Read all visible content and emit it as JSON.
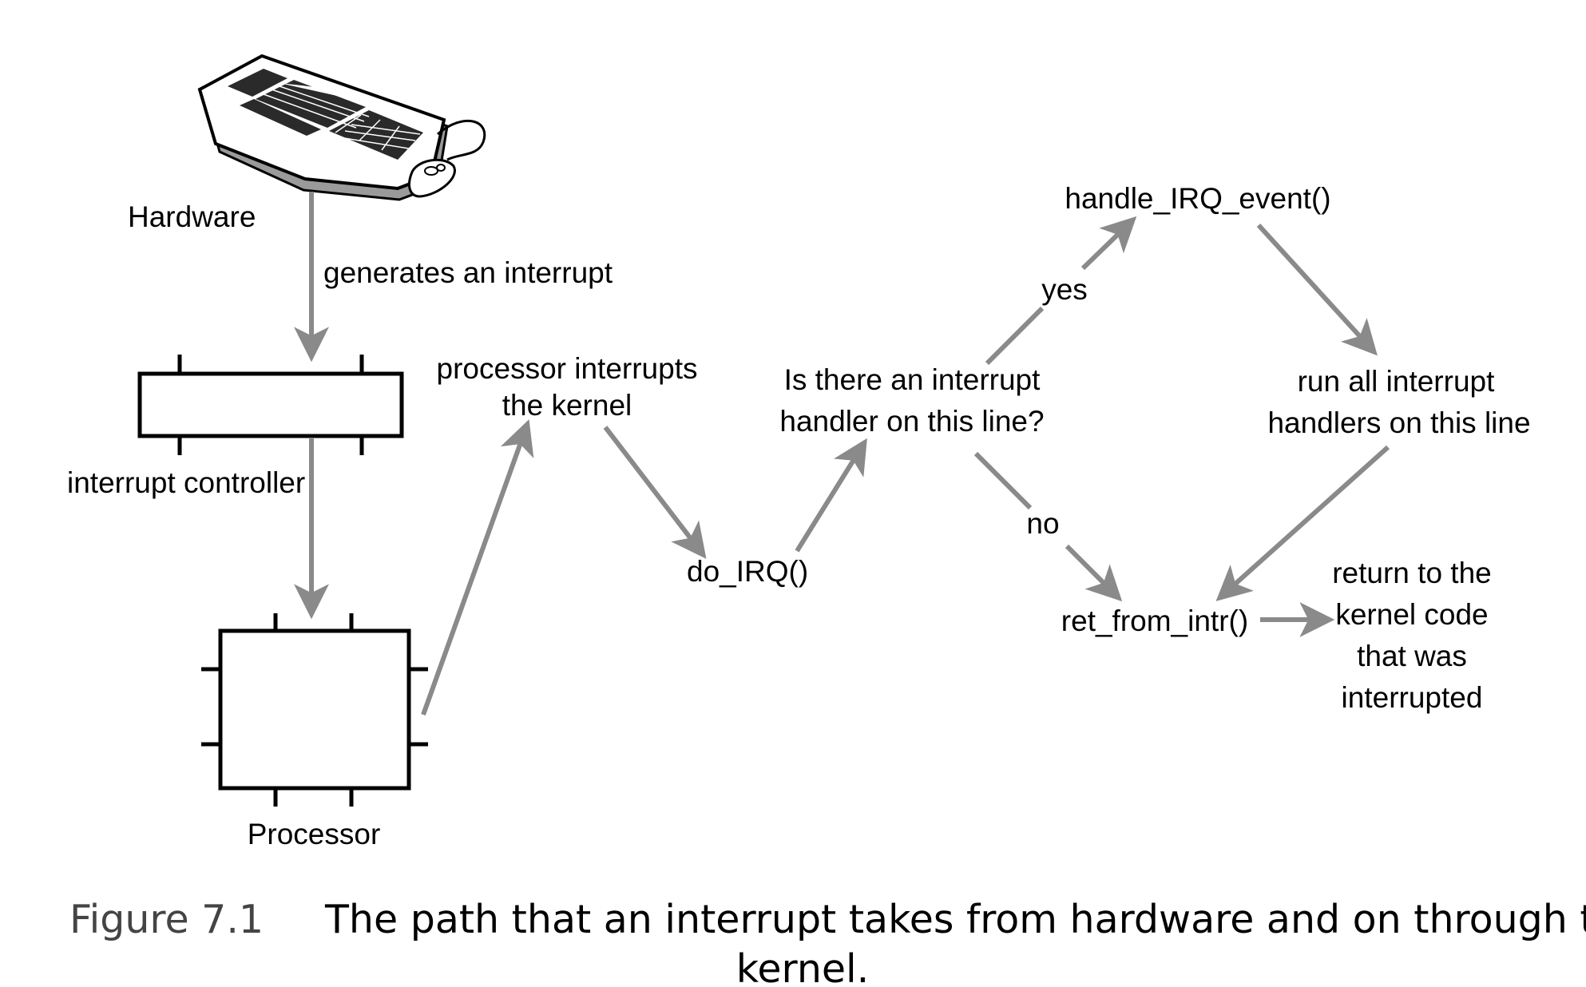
{
  "labels": {
    "hardware": "Hardware",
    "generates": "generates an interrupt",
    "interrupt_controller": "interrupt controller",
    "processor": "Processor",
    "processor_interrupts_line1": "processor interrupts",
    "processor_interrupts_line2": "the kernel",
    "do_irq": "do_IRQ()",
    "question_line1": "Is there an interrupt",
    "question_line2": "handler on this line?",
    "yes": "yes",
    "no": "no",
    "handle_irq_event": "handle_IRQ_event()",
    "run_all_line1": "run all interrupt",
    "run_all_line2": "handlers on this line",
    "ret_from_intr": "ret_from_intr()",
    "return_line1": "return to  the",
    "return_line2": "kernel code",
    "return_line3": "that was",
    "return_line4": "interrupted"
  },
  "caption": {
    "number": "Figure 7.1",
    "text_line1": "The path that an interrupt takes from hardware and on through the",
    "text_line2": "kernel."
  },
  "colors": {
    "arrow": "#8a8a8a",
    "text": "#000000"
  },
  "icons": {
    "hardware": "keyboard-and-mouse-icon"
  }
}
